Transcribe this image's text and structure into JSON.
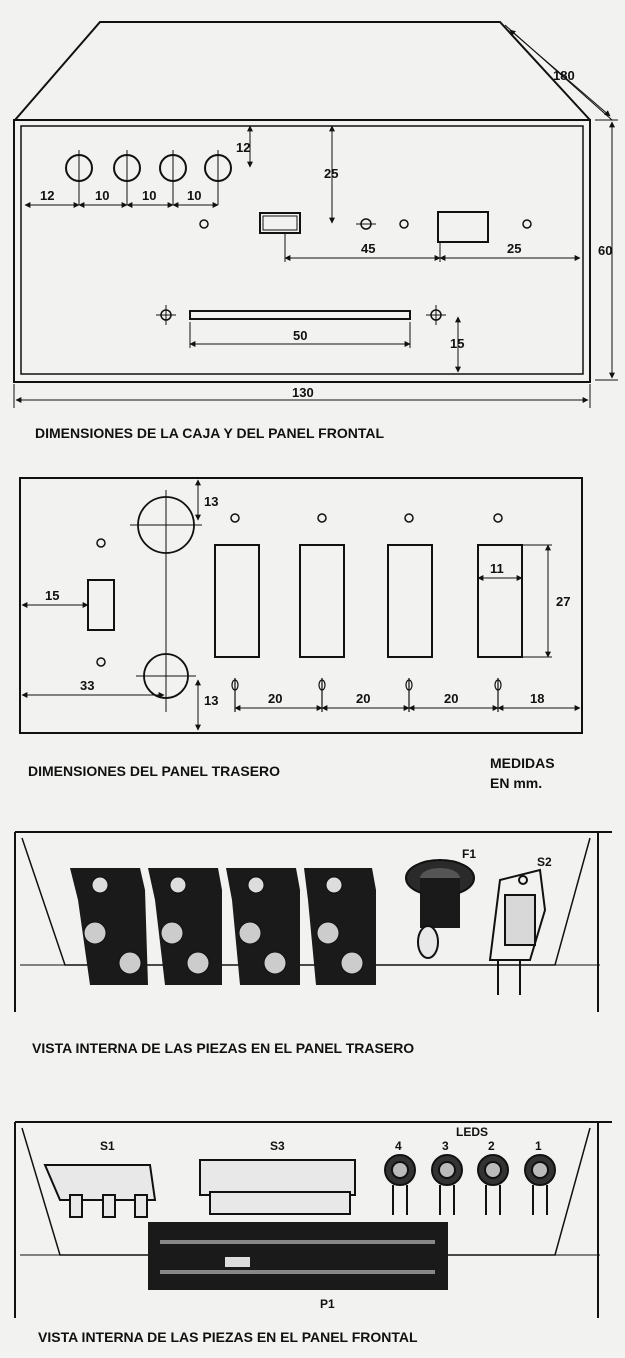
{
  "section1": {
    "caption": "DIMENSIONES DE LA CAJA Y DEL PANEL FRONTAL",
    "dims": {
      "depth": "180",
      "height": "60",
      "width": "130",
      "hole_offset": "12",
      "hole_spacing_1": "10",
      "hole_spacing_2": "10",
      "hole_spacing_3": "10",
      "top_margin": "12",
      "switch_height": "25",
      "mid_span": "45",
      "right_span": "25",
      "slot_length": "50",
      "slot_height": "15"
    }
  },
  "section2": {
    "caption": "DIMENSIONES DEL PANEL TRASERO",
    "units": [
      "MEDIDAS",
      "EN mm."
    ],
    "dims": {
      "top_offset": "13",
      "bottom_offset": "13",
      "left_15": "15",
      "left_33": "33",
      "spacing_1": "20",
      "spacing_2": "20",
      "spacing_3": "20",
      "right_18": "18",
      "cutout_width": "11",
      "cutout_height": "27"
    }
  },
  "section3": {
    "caption": "VISTA INTERNA DE  LAS PIEZAS EN EL  PANEL TRASERO",
    "labels": {
      "fuse": "F1",
      "switch": "S2"
    }
  },
  "section4": {
    "caption": "VISTA INTERNA DE  LAS PIEZAS EN EL PANEL FRONTAL",
    "labels": {
      "s1": "S1",
      "s3": "S3",
      "leds": "LEDS",
      "led4": "4",
      "led3": "3",
      "led2": "2",
      "led1": "1",
      "p1": "P1"
    }
  }
}
